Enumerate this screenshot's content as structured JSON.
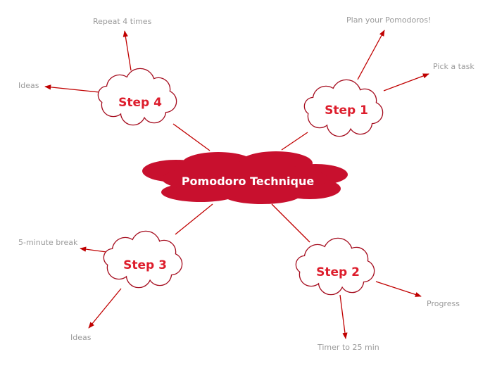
{
  "center": {
    "title": "Pomodoro Technique",
    "fill": "#c8102e"
  },
  "colors": {
    "line": "#c00000",
    "cloud_stroke": "#a50d1f",
    "label": "#9a9a9a",
    "step_text": "#dd1d2c"
  },
  "steps": [
    {
      "id": "step1",
      "label": "Step 1",
      "branches": [
        "Plan  your Pomodoros!",
        "Pick a task"
      ]
    },
    {
      "id": "step2",
      "label": "Step 2",
      "branches": [
        "Progress",
        "Timer to 25 min"
      ]
    },
    {
      "id": "step3",
      "label": "Step 3",
      "branches": [
        "5-minute break",
        "Ideas"
      ]
    },
    {
      "id": "step4",
      "label": "Step 4",
      "branches": [
        "Repeat 4 times",
        "Ideas"
      ]
    }
  ]
}
